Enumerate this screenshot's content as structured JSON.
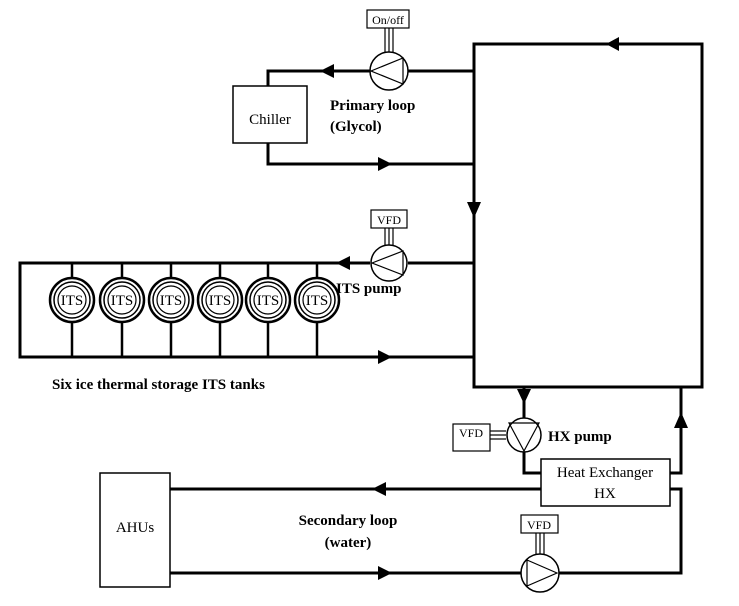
{
  "controls": {
    "chiller_pump": "On/off",
    "its_pump": "VFD",
    "hx_pump": "VFD",
    "secondary_pump": "VFD"
  },
  "labels": {
    "chiller": "Chiller",
    "primary_loop_line1": "Primary loop",
    "primary_loop_line2": "(Glycol)",
    "its_pump": "ITS pump",
    "its_tanks_caption": "Six ice thermal storage ITS tanks",
    "hx_pump": "HX pump",
    "hx_line1": "Heat Exchanger",
    "hx_line2": "HX",
    "ahus": "AHUs",
    "secondary_loop_line1": "Secondary loop",
    "secondary_loop_line2": "(water)"
  },
  "tanks": [
    {
      "label": "ITS"
    },
    {
      "label": "ITS"
    },
    {
      "label": "ITS"
    },
    {
      "label": "ITS"
    },
    {
      "label": "ITS"
    },
    {
      "label": "ITS"
    }
  ],
  "colors": {
    "line": "#000000",
    "background": "#ffffff"
  }
}
